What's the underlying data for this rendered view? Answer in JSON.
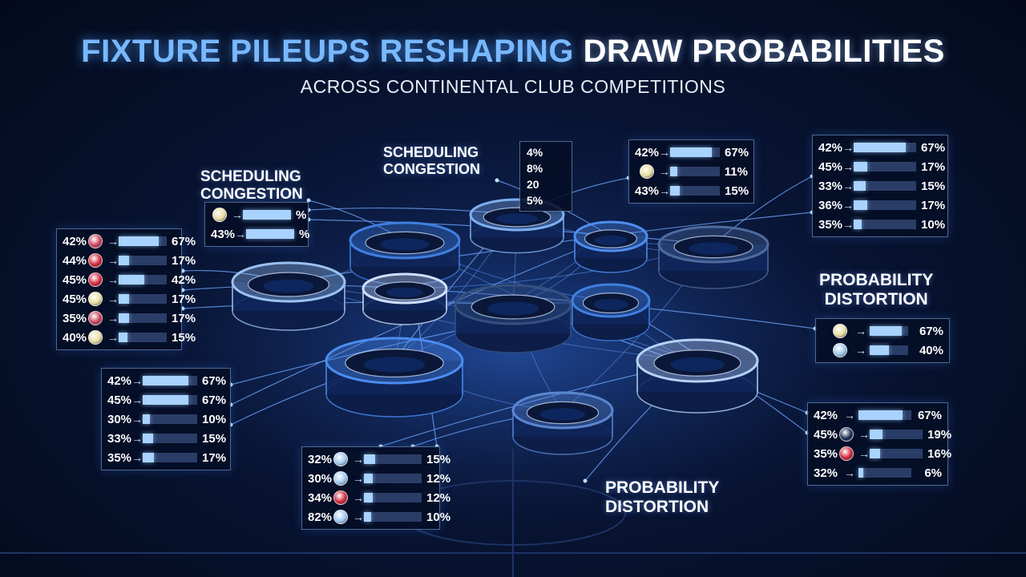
{
  "header": {
    "title_part1": "FIXTURE PILEUPS RESHAPING",
    "title_part2": "DRAW PROBABILITIES",
    "subtitle": "ACROSS CONTINENTAL CLUB COMPETITIONS"
  },
  "colors": {
    "background": "#081433",
    "accent_blue": "#79b8ff",
    "bar_fill": "#a9d3ff",
    "bar_track": "#2a3d66",
    "panel_border": "#8cb4e6"
  },
  "labels": {
    "scheduling_left": [
      "SCHEDULING",
      "CONGESTION"
    ],
    "scheduling_top": [
      "SCHEDULING",
      "CONGESTION"
    ],
    "probability_right": [
      "PROBABILITY",
      "DISTORTION"
    ],
    "probability_bottom": [
      "PROBABILITY",
      "DISTORTION"
    ]
  },
  "mini_panel": {
    "row1": [
      "4%",
      "8%"
    ],
    "row2": [
      "20",
      "5%"
    ]
  },
  "panels": [
    {
      "id": "panel-top-left-small",
      "rows": [
        {
          "left": "",
          "icon": "real-madrid-crest-icon",
          "arrow": true,
          "fill": 0.9,
          "right": "%"
        },
        {
          "left": "43%",
          "icon": "",
          "arrow": true,
          "fill": 0.9,
          "right": "%"
        }
      ]
    },
    {
      "id": "panel-left-large",
      "rows": [
        {
          "left": "42%",
          "icon": "atletico-crest-icon",
          "arrow": true,
          "fill": 0.67,
          "right": "67%"
        },
        {
          "left": "44%",
          "icon": "bayern-crest-icon",
          "arrow": true,
          "fill": 0.17,
          "right": "17%"
        },
        {
          "left": "45%",
          "icon": "bayern-crest-icon",
          "arrow": true,
          "fill": 0.42,
          "right": "42%"
        },
        {
          "left": "45%",
          "icon": "real-madrid-crest-icon",
          "arrow": true,
          "fill": 0.17,
          "right": "17%"
        },
        {
          "left": "35%",
          "icon": "atletico-crest-icon",
          "arrow": true,
          "fill": 0.17,
          "right": "17%"
        },
        {
          "left": "40%",
          "icon": "real-madrid-crest-icon",
          "arrow": true,
          "fill": 0.15,
          "right": "15%"
        }
      ]
    },
    {
      "id": "panel-left-lower",
      "rows": [
        {
          "left": "42%",
          "icon": "",
          "arrow": true,
          "fill": 0.67,
          "right": "67%"
        },
        {
          "left": "45%",
          "icon": "",
          "arrow": true,
          "fill": 0.67,
          "right": "67%"
        },
        {
          "left": "30%",
          "icon": "",
          "arrow": true,
          "fill": 0.1,
          "right": "10%"
        },
        {
          "left": "33%",
          "icon": "",
          "arrow": true,
          "fill": 0.15,
          "right": "15%"
        },
        {
          "left": "35%",
          "icon": "",
          "arrow": true,
          "fill": 0.17,
          "right": "17%"
        }
      ]
    },
    {
      "id": "panel-bottom-center",
      "rows": [
        {
          "left": "32%",
          "icon": "man-city-crest-icon",
          "arrow": true,
          "fill": 0.15,
          "right": "15%"
        },
        {
          "left": "30%",
          "icon": "man-city-crest-icon",
          "arrow": true,
          "fill": 0.12,
          "right": "12%"
        },
        {
          "left": "34%",
          "icon": "bayern-crest-icon",
          "arrow": true,
          "fill": 0.12,
          "right": "12%"
        },
        {
          "left": "82%",
          "icon": "man-city-crest-icon",
          "arrow": true,
          "fill": 0.1,
          "right": "10%"
        }
      ]
    },
    {
      "id": "panel-top-center-right",
      "rows": [
        {
          "left": "42%",
          "icon": "",
          "arrow": true,
          "fill": 0.67,
          "right": "67%"
        },
        {
          "left": "",
          "icon": "real-madrid-crest-icon",
          "arrow": true,
          "fill": 0.11,
          "right": "11%"
        },
        {
          "left": "43%",
          "icon": "",
          "arrow": true,
          "fill": 0.15,
          "right": "15%"
        }
      ]
    },
    {
      "id": "panel-top-right",
      "rows": [
        {
          "left": "42%",
          "icon": "",
          "arrow": true,
          "fill": 0.67,
          "right": "67%"
        },
        {
          "left": "45%",
          "icon": "",
          "arrow": true,
          "fill": 0.17,
          "right": "17%"
        },
        {
          "left": "33%",
          "icon": "",
          "arrow": true,
          "fill": 0.15,
          "right": "15%"
        },
        {
          "left": "36%",
          "icon": "",
          "arrow": true,
          "fill": 0.17,
          "right": "17%"
        },
        {
          "left": "35%",
          "icon": "",
          "arrow": true,
          "fill": 0.1,
          "right": "10%"
        }
      ]
    },
    {
      "id": "panel-right-middle",
      "rows": [
        {
          "left": "",
          "icon": "real-madrid-crest-icon",
          "arrow": true,
          "fill": 0.67,
          "right": "67%"
        },
        {
          "left": "",
          "icon": "man-city-crest-icon",
          "arrow": true,
          "fill": 0.4,
          "right": "40%"
        }
      ]
    },
    {
      "id": "panel-right-lower",
      "rows": [
        {
          "left": "42%",
          "icon": "",
          "arrow": true,
          "fill": 0.67,
          "right": "67%"
        },
        {
          "left": "45%",
          "icon": "inter-crest-icon",
          "arrow": true,
          "fill": 0.19,
          "right": "19%"
        },
        {
          "left": "35%",
          "icon": "bayern-crest-icon",
          "arrow": true,
          "fill": 0.16,
          "right": "16%"
        },
        {
          "left": "32%",
          "icon": "",
          "arrow": true,
          "fill": 0.06,
          "right": "6%"
        }
      ]
    }
  ]
}
